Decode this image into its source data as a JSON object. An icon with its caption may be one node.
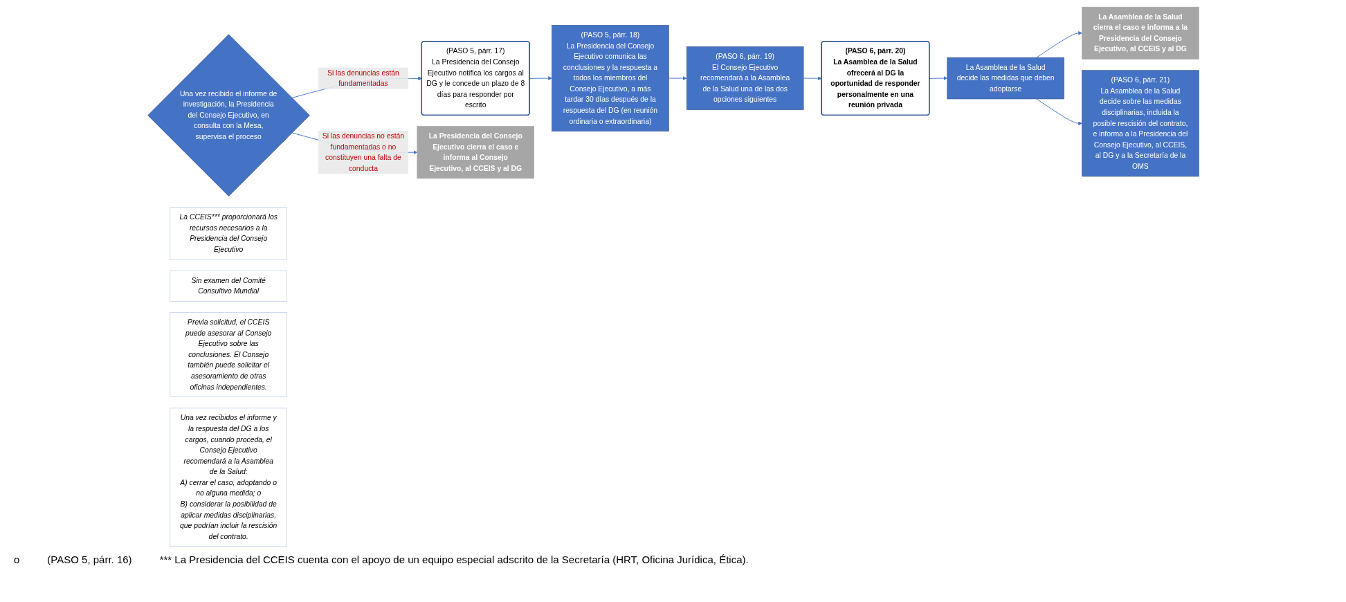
{
  "diagram": {
    "nodes": [
      {
        "text": [
          "Una vez recibido el informe de investigación, la Presidencia del Consejo Ejecutivo, en consulta con la Mesa, supervisa el proceso"
        ]
      },
      {
        "text": [
          "La CCEIS*** proporcionará los recursos necesarios a la Presidencia del Consejo Ejecutivo"
        ]
      },
      {
        "text": [
          "(PASO 5, párr. 17)",
          "La Presidencia del Consejo Ejecutivo notifica los cargos al DG y le concede un plazo de 8 días para responder por escrito"
        ]
      },
      {
        "text": [
          "Sin examen del Comité Consultivo Mundial"
        ]
      },
      {
        "text": [
          "(PASO 5, párr. 18)",
          "La Presidencia del Consejo Ejecutivo comunica las conclusiones y la respuesta a todos los miembros del Consejo Ejecutivo, a más tardar 30 días después de la respuesta del DG (en reunión ordinaria o extraordinaria)"
        ]
      },
      {
        "text": [
          "Previa solicitud, el CCEIS puede asesorar al Consejo Ejecutivo sobre las conclusiones. El Consejo también puede solicitar el asesoramiento de otras oficinas independientes."
        ]
      },
      {
        "text": [
          "(PASO 6, párr. 19)",
          "El Consejo Ejecutivo recomendará a la Asamblea de la Salud una de las dos opciones siguientes"
        ]
      },
      {
        "text": [
          "Una vez recibidos el informe y la respuesta del DG a los cargos, cuando proceda, el Consejo Ejecutivo recomendará a la Asamblea de la Salud:",
          "A) cerrar el caso, adoptando o no alguna medida; o",
          "B) considerar la posibilidad de aplicar medidas disciplinarias, que podrían incluir la rescisión del contrato."
        ]
      },
      {
        "text": [
          "(PASO 6, párr. 20)",
          "La Asamblea de la Salud ofrecerá al DG la oportunidad de responder personalmente en una reunión privada"
        ]
      },
      {
        "text": [
          "La Asamblea de la Salud decide las medidas que deben adoptarse"
        ]
      },
      {
        "text": [
          "La Asamblea de la Salud cierra el caso e informa a la Presidencia del Consejo Ejecutivo, al CCEIS y al DG"
        ]
      },
      {
        "text": [
          "(PASO 6, párr. 21)",
          "La Asamblea de la Salud decide sobre las medidas disciplinarias, incluida la posible rescisión del contrato, e informa a la Presidencia del Consejo Ejecutivo, al CCEIS, al DG y a la Secretaría de la OMS"
        ]
      },
      {
        "text": [
          "La Presidencia del Consejo Ejecutivo cierra el caso e informa al Consejo Ejecutivo, al CCEIS y al DG"
        ]
      }
    ],
    "edges": [
      {
        "from": 0,
        "to": 2,
        "arrow": "to",
        "label": "Si las denuncias están fundamentadas"
      },
      {
        "from": 2,
        "to": 4,
        "arrow": "to"
      },
      {
        "from": 4,
        "to": 6,
        "arrow": "to"
      },
      {
        "from": 6,
        "to": 8,
        "arrow": "to"
      },
      {
        "from": 8,
        "to": 9,
        "arrow": "to"
      },
      {
        "from": 9,
        "to": 10,
        "arrow": "to"
      },
      {
        "from": 9,
        "to": 11,
        "arrow": "to"
      },
      {
        "from": 0,
        "to": 12,
        "arrow": "to",
        "label": "Si las denuncias no están fundamentadas o no constituyen una falta de conducta"
      }
    ],
    "labels": [
      "o",
      "(PASO 5, párr. 16)",
      "*** La Presidencia del CCEIS cuenta con el apoyo de un equipo especial adscrito de la Secretaría (HRT, Oficina Jurídica, Ética)."
    ]
  }
}
